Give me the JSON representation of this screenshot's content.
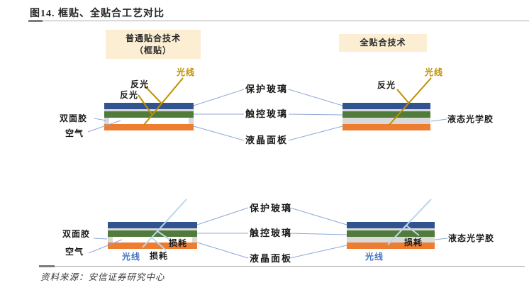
{
  "figure": {
    "title": "图14. 框贴、全贴合工艺对比",
    "source": "资料来源：安信证券研究中心"
  },
  "headers": {
    "ordinary_line1": "普通贴合技术",
    "ordinary_line2": "（框贴）",
    "full": "全贴合技术"
  },
  "labels": {
    "protective_glass": "保护玻璃",
    "touch_glass": "触控玻璃",
    "lcd_panel": "液晶面板",
    "double_sided_tape": "双面胶",
    "air": "空气",
    "liquid_oca": "液态光学胶",
    "light_ray": "光线",
    "reflection": "反光",
    "loss": "损耗"
  },
  "colors": {
    "protective_glass_layer": "#31538F",
    "touch_glass_layer": "#507B3A",
    "lcd_panel_layer": "#ED7D31",
    "adhesive_gray": "#D9D9D9",
    "incident_ray": "#BF9000",
    "bottom_ray": "#BDD7EE",
    "connector_line": "#8FA9D6",
    "header_bg": "#FBEED3",
    "blue_text": "#4472C4"
  }
}
